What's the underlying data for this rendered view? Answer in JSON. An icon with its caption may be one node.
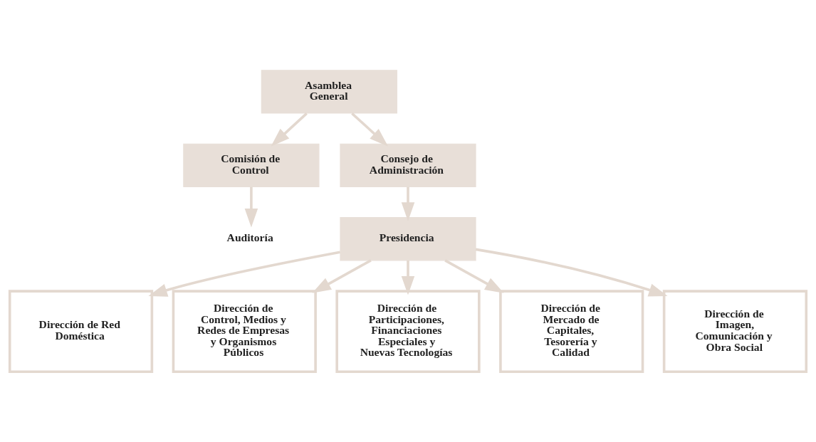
{
  "diagram": {
    "nodes": [
      {
        "text": [
          "Asamblea General"
        ]
      },
      {
        "text": [
          "Comisión de Control"
        ]
      },
      {
        "text": [
          "Consejo de Administración"
        ]
      },
      {
        "text": [
          "Auditoría"
        ]
      },
      {
        "text": [
          "Presidencia"
        ]
      },
      {
        "text": [
          "Dirección de Red Doméstica"
        ]
      },
      {
        "text": [
          "Dirección de Control, Medios y Redes de Empresas y Organismos Públicos"
        ]
      },
      {
        "text": [
          "Dirección de Participaciones, Financiaciones Especiales y Nuevas Tecnologías"
        ]
      },
      {
        "text": [
          "Dirección de Mercado de Capitales, Tesorería y Calidad"
        ]
      },
      {
        "text": [
          "Dirección de Imagen, Comunicación y Obra Social"
        ]
      }
    ],
    "edges": [
      {
        "from": 0,
        "to": 2,
        "arrow": "to"
      },
      {
        "from": 0,
        "to": 1,
        "arrow": "to"
      },
      {
        "from": 1,
        "to": 3,
        "arrow": "to"
      },
      {
        "from": 2,
        "to": 4,
        "arrow": "to"
      },
      {
        "from": 4,
        "to": 5,
        "arrow": "to"
      },
      {
        "from": 4,
        "to": 6,
        "arrow": "to"
      },
      {
        "from": 4,
        "to": 7,
        "arrow": "to"
      },
      {
        "from": 4,
        "to": 8,
        "arrow": "to"
      },
      {
        "from": 4,
        "to": 9,
        "arrow": "to"
      }
    ]
  }
}
